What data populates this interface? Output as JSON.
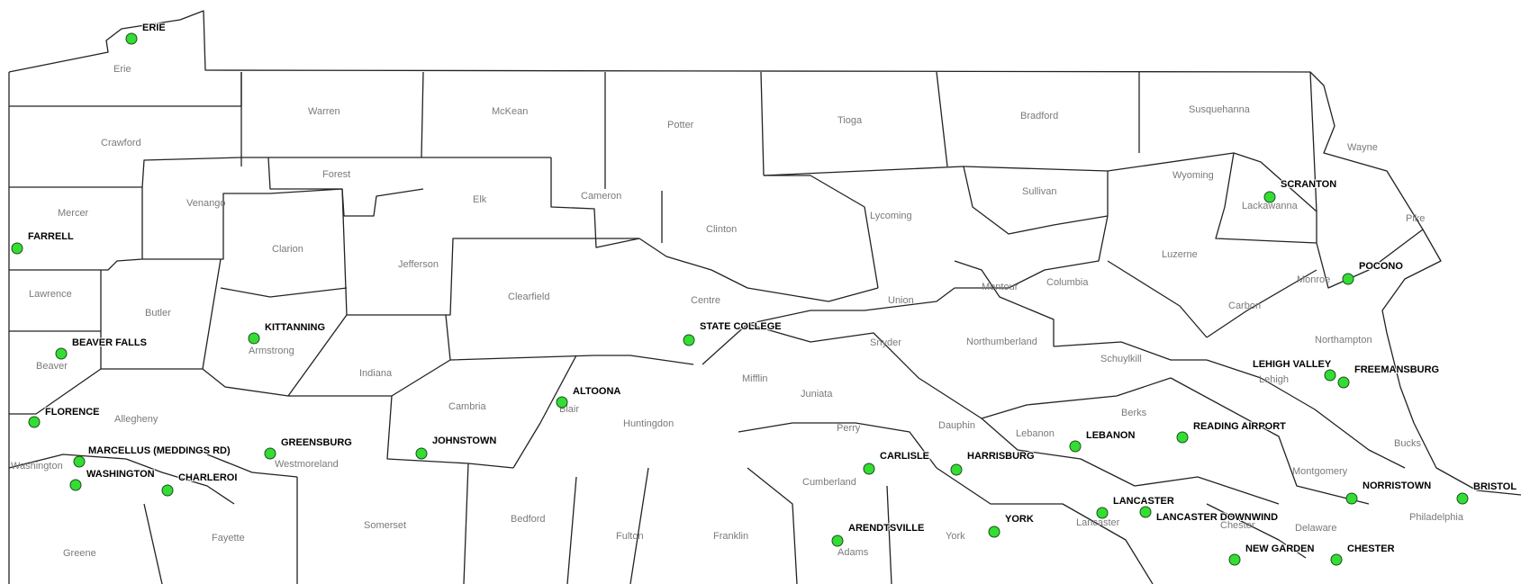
{
  "colors": {
    "site_marker": "#33dd33",
    "border": "#222222",
    "county_label": "#7a7a7a"
  },
  "counties": [
    "Erie",
    "Warren",
    "McKean",
    "Potter",
    "Tioga",
    "Bradford",
    "Susquehanna",
    "Wayne",
    "Crawford",
    "Forest",
    "Elk",
    "Cameron",
    "Clinton",
    "Lycoming",
    "Sullivan",
    "Wyoming",
    "Lackawanna",
    "Pike",
    "Mercer",
    "Venango",
    "Clarion",
    "Jefferson",
    "Clearfield",
    "Centre",
    "Union",
    "Montour",
    "Columbia",
    "Luzerne",
    "Monroe",
    "Carbon",
    "Lawrence",
    "Butler",
    "Armstrong",
    "Indiana",
    "Snyder",
    "Northumberland",
    "Schuylkill",
    "Northampton",
    "Lehigh",
    "Beaver",
    "Allegheny",
    "Cambria",
    "Blair",
    "Huntingdon",
    "Mifflin",
    "Juniata",
    "Perry",
    "Dauphin",
    "Lebanon",
    "Berks",
    "Bucks",
    "Washington",
    "Westmoreland",
    "Cumberland",
    "Montgomery",
    "Philadelphia",
    "Greene",
    "Fayette",
    "Somerset",
    "Bedford",
    "Fulton",
    "Franklin",
    "Adams",
    "York",
    "Lancaster",
    "Chester",
    "Delaware"
  ],
  "sites": [
    "ERIE",
    "FARRELL",
    "KITTANNING",
    "BEAVER FALLS",
    "FLORENCE",
    "MARCELLUS (MEDDINGS RD)",
    "WASHINGTON",
    "CHARLEROI",
    "GREENSBURG",
    "JOHNSTOWN",
    "ALTOONA",
    "STATE COLLEGE",
    "CARLISLE",
    "HARRISBURG",
    "ARENDTSVILLE",
    "YORK",
    "LEBANON",
    "READING AIRPORT",
    "LANCASTER",
    "LANCASTER DOWNWIND",
    "NEW GARDEN",
    "CHESTER",
    "NORRISTOWN",
    "BRISTOL",
    "LEHIGH VALLEY",
    "FREEMANSBURG",
    "POCONO",
    "SCRANTON"
  ]
}
